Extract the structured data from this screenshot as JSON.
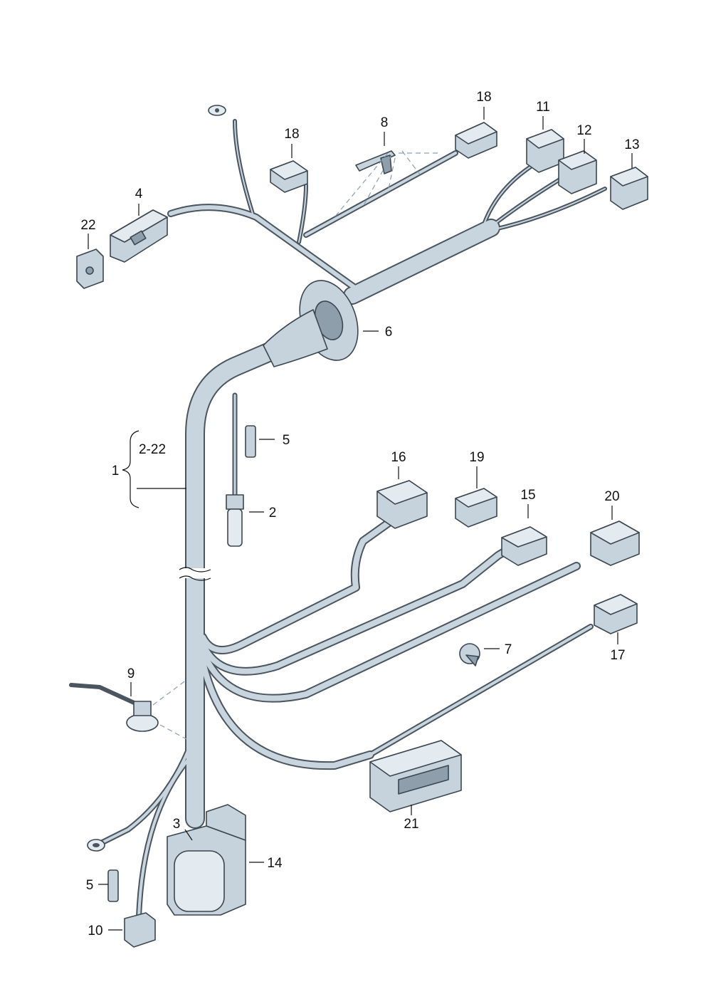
{
  "diagram": {
    "callouts": {
      "c1": "1",
      "c2": "2",
      "c2_22": "2-22",
      "c3": "3",
      "c4": "4",
      "c5_upper": "5",
      "c5_lower": "5",
      "c6": "6",
      "c7": "7",
      "c8": "8",
      "c9": "9",
      "c10": "10",
      "c11": "11",
      "c12": "12",
      "c13": "13",
      "c14": "14",
      "c15": "15",
      "c16": "16",
      "c17": "17",
      "c18_left": "18",
      "c18_right": "18",
      "c19": "19",
      "c20": "20",
      "c21": "21",
      "c22": "22"
    },
    "colors": {
      "cable_fill": "#c9d5de",
      "cable_outline": "#4a5560",
      "part_fill": "#c7d3dc",
      "label_text": "#111111"
    }
  }
}
